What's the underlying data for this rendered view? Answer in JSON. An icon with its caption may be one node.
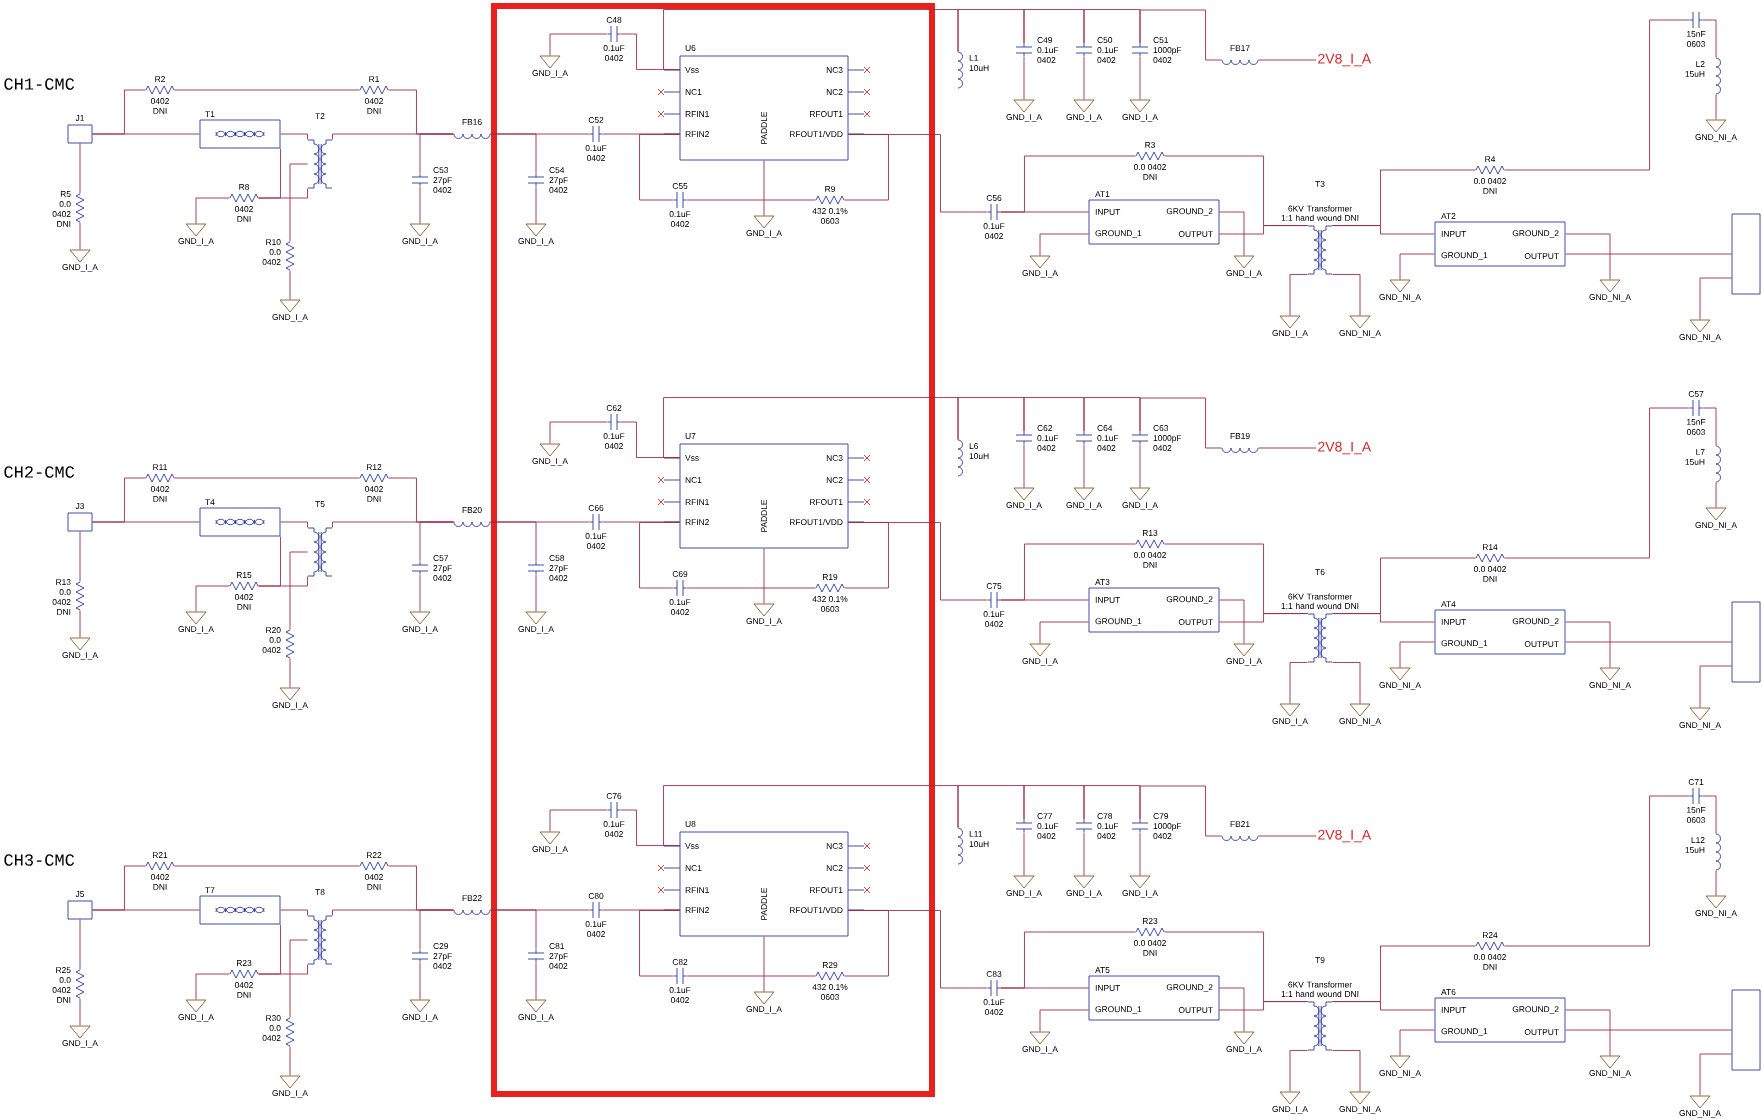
{
  "diagram": {
    "nodes": [
      {
        "text": [
          "J1"
        ]
      },
      {
        "text": [
          "R2",
          "0402",
          "DNI"
        ]
      },
      {
        "text": [
          "T1"
        ]
      },
      {
        "text": [
          "R1",
          "0402",
          "DNI"
        ]
      },
      {
        "text": [
          "T2"
        ]
      },
      {
        "text": [
          "R8",
          "0402",
          "DNI"
        ]
      },
      {
        "text": [
          "R10",
          "0.0",
          "0402"
        ]
      },
      {
        "text": [
          "R5",
          "0.0",
          "0402",
          "DNI"
        ]
      },
      {
        "text": [
          "C53",
          "27pF",
          "0402"
        ]
      },
      {
        "text": [
          "FB16"
        ]
      },
      {
        "text": [
          "C54",
          "27pF",
          "0402"
        ]
      },
      {
        "text": [
          "C52",
          "0.1uF",
          "0402"
        ]
      },
      {
        "text": [
          "C48",
          "0.1uF",
          "0402"
        ]
      },
      {
        "text": [
          "U6",
          "Vss",
          "NC1",
          "RFIN1",
          "RFIN2",
          "NC3",
          "NC2",
          "RFOUT1",
          "RFOUT1/VDD",
          "PADDLE"
        ]
      },
      {
        "text": [
          "C55",
          "0.1uF",
          "0402"
        ]
      },
      {
        "text": [
          "R9",
          "432 0.1%",
          "0603"
        ]
      },
      {
        "text": [
          "L1",
          "10uH"
        ]
      },
      {
        "text": [
          "C49",
          "0.1uF",
          "0402"
        ]
      },
      {
        "text": [
          "C50",
          "0.1uF",
          "0402"
        ]
      },
      {
        "text": [
          "C51",
          "1000pF",
          "0402"
        ]
      },
      {
        "text": [
          "FB17"
        ]
      },
      {
        "text": [
          "2V8_I_A"
        ]
      },
      {
        "text": [
          "C56",
          "0.1uF",
          "0402"
        ]
      },
      {
        "text": [
          "R3",
          "0.0 0402",
          "DNI"
        ]
      },
      {
        "text": [
          "AT1",
          "INPUT",
          "GROUND_1",
          "GROUND_2",
          "OUTPUT"
        ]
      },
      {
        "text": [
          "T3",
          "6KV Transformer 1:1 hand wound DNI"
        ]
      },
      {
        "text": [
          "R4",
          "0.0 0402",
          "DNI"
        ]
      },
      {
        "text": [
          "AT2",
          "INPUT",
          "GROUND_1",
          "GROUND_2",
          "OUTPUT"
        ]
      },
      {
        "text": [
          "15nF",
          "0603"
        ]
      },
      {
        "text": [
          "L2",
          "15uH"
        ]
      },
      {
        "text": [],
        "shape": "box"
      },
      {
        "text": [
          "J3"
        ]
      },
      {
        "text": [
          "R11",
          "0402",
          "DNI"
        ]
      },
      {
        "text": [
          "T4"
        ]
      },
      {
        "text": [
          "R12",
          "0402",
          "DNI"
        ]
      },
      {
        "text": [
          "T5"
        ]
      },
      {
        "text": [
          "R15",
          "0402",
          "DNI"
        ]
      },
      {
        "text": [
          "R20",
          "0.0",
          "0402"
        ]
      },
      {
        "text": [
          "R13",
          "0.0",
          "0402",
          "DNI"
        ]
      },
      {
        "text": [
          "C57",
          "27pF",
          "0402"
        ]
      },
      {
        "text": [
          "FB20"
        ]
      },
      {
        "text": [
          "C58",
          "27pF",
          "0402"
        ]
      },
      {
        "text": [
          "C66",
          "0.1uF",
          "0402"
        ]
      },
      {
        "text": [
          "C62",
          "0.1uF",
          "0402"
        ]
      },
      {
        "text": [
          "U7",
          "Vss",
          "NC1",
          "RFIN1",
          "RFIN2",
          "NC3",
          "NC2",
          "RFOUT1",
          "RFOUT1/VDD",
          "PADDLE"
        ]
      },
      {
        "text": [
          "C69",
          "0.1uF",
          "0402"
        ]
      },
      {
        "text": [
          "R19",
          "432 0.1%",
          "0603"
        ]
      },
      {
        "text": [
          "L6",
          "10uH"
        ]
      },
      {
        "text": [
          "C62",
          "0.1uF",
          "0402"
        ]
      },
      {
        "text": [
          "C64",
          "0.1uF",
          "0402"
        ]
      },
      {
        "text": [
          "C63",
          "1000pF",
          "0402"
        ]
      },
      {
        "text": [
          "FB19"
        ]
      },
      {
        "text": [
          "2V8_I_A"
        ]
      },
      {
        "text": [
          "C75",
          "0.1uF",
          "0402"
        ]
      },
      {
        "text": [
          "R13",
          "0.0 0402",
          "DNI"
        ]
      },
      {
        "text": [
          "AT3",
          "INPUT",
          "GROUND_1",
          "GROUND_2",
          "OUTPUT"
        ]
      },
      {
        "text": [
          "T6",
          "6KV Transformer 1:1 hand wound DNI"
        ]
      },
      {
        "text": [
          "R14",
          "0.0 0402",
          "DNI"
        ]
      },
      {
        "text": [
          "AT4",
          "INPUT",
          "GROUND_1",
          "GROUND_2",
          "OUTPUT"
        ]
      },
      {
        "text": [
          "C57",
          "15nF",
          "0603"
        ]
      },
      {
        "text": [
          "L7",
          "15uH"
        ]
      },
      {
        "text": [],
        "shape": "box"
      },
      {
        "text": [
          "J5"
        ]
      },
      {
        "text": [
          "R21",
          "0402",
          "DNI"
        ]
      },
      {
        "text": [
          "T7"
        ]
      },
      {
        "text": [
          "R22",
          "0402",
          "DNI"
        ]
      },
      {
        "text": [
          "T8"
        ]
      },
      {
        "text": [
          "R23",
          "0402",
          "DNI"
        ]
      },
      {
        "text": [
          "R30",
          "0.0",
          "0402"
        ]
      },
      {
        "text": [
          "R25",
          "0.0",
          "0402",
          "DNI"
        ]
      },
      {
        "text": [
          "C29",
          "27pF",
          "0402"
        ]
      },
      {
        "text": [
          "FB22"
        ]
      },
      {
        "text": [
          "C81",
          "27pF",
          "0402"
        ]
      },
      {
        "text": [
          "C80",
          "0.1uF",
          "0402"
        ]
      },
      {
        "text": [
          "C76",
          "0.1uF",
          "0402"
        ]
      },
      {
        "text": [
          "U8",
          "Vss",
          "NC1",
          "RFIN1",
          "RFIN2",
          "NC3",
          "NC2",
          "RFOUT1",
          "RFOUT1/VDD",
          "PADDLE"
        ]
      },
      {
        "text": [
          "C82",
          "0.1uF",
          "0402"
        ]
      },
      {
        "text": [
          "R29",
          "432 0.1%",
          "0603"
        ]
      },
      {
        "text": [
          "L11",
          "10uH"
        ]
      },
      {
        "text": [
          "C77",
          "0.1uF",
          "0402"
        ]
      },
      {
        "text": [
          "C78",
          "0.1uF",
          "0402"
        ]
      },
      {
        "text": [
          "C79",
          "1000pF",
          "0402"
        ]
      },
      {
        "text": [
          "FB21"
        ]
      },
      {
        "text": [
          "2V8_I_A"
        ]
      },
      {
        "text": [
          "C83",
          "0.1uF",
          "0402"
        ]
      },
      {
        "text": [
          "R23",
          "0.0 0402",
          "DNI"
        ]
      },
      {
        "text": [
          "AT5",
          "INPUT",
          "GROUND_1",
          "GROUND_2",
          "OUTPUT"
        ]
      },
      {
        "text": [
          "T9",
          "6KV Transformer 1:1 hand wound DNI"
        ]
      },
      {
        "text": [
          "R24",
          "0.0 0402",
          "DNI"
        ]
      },
      {
        "text": [
          "AT6",
          "INPUT",
          "GROUND_1",
          "GROUND_2",
          "OUTPUT"
        ]
      },
      {
        "text": [
          "C71",
          "15nF",
          "0603"
        ]
      },
      {
        "text": [
          "L12",
          "15uH"
        ]
      },
      {
        "text": [],
        "shape": "box"
      },
      {
        "text": [
          "GND_I_A"
        ]
      },
      {
        "text": [
          "GND_I_A"
        ]
      },
      {
        "text": [
          "GND_I_A"
        ]
      },
      {
        "text": [
          "GND_I_A"
        ]
      },
      {
        "text": [
          "GND_I_A"
        ]
      },
      {
        "text": [
          "GND_I_A"
        ]
      },
      {
        "text": [
          "GND_I_A"
        ]
      },
      {
        "text": [
          "GND_I_A"
        ]
      },
      {
        "text": [
          "GND_I_A"
        ]
      },
      {
        "text": [
          "GND_I_A"
        ]
      },
      {
        "text": [
          "GND_I_A"
        ]
      },
      {
        "text": [
          "GND_I_A"
        ]
      },
      {
        "text": [
          "GND_I_A"
        ]
      },
      {
        "text": [
          "GND_NI_A"
        ]
      },
      {
        "text": [
          "GND_NI_A"
        ]
      },
      {
        "text": [
          "GND_NI_A"
        ]
      },
      {
        "text": [
          "GND_NI_A"
        ]
      },
      {
        "text": [
          "GND_NI_A"
        ]
      },
      {
        "text": [
          "GND_I_A"
        ]
      },
      {
        "text": [
          "GND_I_A"
        ]
      },
      {
        "text": [
          "GND_I_A"
        ]
      },
      {
        "text": [
          "GND_I_A"
        ]
      },
      {
        "text": [
          "GND_I_A"
        ]
      },
      {
        "text": [
          "GND_I_A"
        ]
      },
      {
        "text": [
          "GND_I_A"
        ]
      },
      {
        "text": [
          "GND_I_A"
        ]
      },
      {
        "text": [
          "GND_I_A"
        ]
      },
      {
        "text": [
          "GND_I_A"
        ]
      },
      {
        "text": [
          "GND_I_A"
        ]
      },
      {
        "text": [
          "GND_I_A"
        ]
      },
      {
        "text": [
          "GND_I_A"
        ]
      },
      {
        "text": [
          "GND_NI_A"
        ]
      },
      {
        "text": [
          "GND_NI_A"
        ]
      },
      {
        "text": [
          "GND_NI_A"
        ]
      },
      {
        "text": [
          "GND_NI_A"
        ]
      },
      {
        "text": [
          "GND_NI_A"
        ]
      },
      {
        "text": [
          "GND_I_A"
        ]
      },
      {
        "text": [
          "GND_I_A"
        ]
      },
      {
        "text": [
          "GND_I_A"
        ]
      },
      {
        "text": [
          "GND_I_A"
        ]
      },
      {
        "text": [
          "GND_I_A"
        ]
      },
      {
        "text": [
          "GND_I_A"
        ]
      },
      {
        "text": [
          "GND_I_A"
        ]
      },
      {
        "text": [
          "GND_I_A"
        ]
      },
      {
        "text": [
          "GND_I_A"
        ]
      },
      {
        "text": [
          "GND_I_A"
        ]
      },
      {
        "text": [
          "GND_I_A"
        ]
      },
      {
        "text": [
          "GND_I_A"
        ]
      },
      {
        "text": [
          "GND_I_A"
        ]
      },
      {
        "text": [
          "GND_NI_A"
        ]
      },
      {
        "text": [
          "GND_NI_A"
        ]
      },
      {
        "text": [
          "GND_NI_A"
        ]
      },
      {
        "text": [
          "GND_NI_A"
        ]
      },
      {
        "text": [
          "GND_NI_A"
        ]
      }
    ],
    "edges": [
      {
        "from": 0,
        "to": 2,
        "arrow": "none"
      },
      {
        "from": 0,
        "to": 1,
        "arrow": "none"
      },
      {
        "from": 0,
        "to": 7,
        "arrow": "none"
      },
      {
        "from": 1,
        "to": 3,
        "arrow": "none"
      },
      {
        "from": 2,
        "to": 4,
        "arrow": "none"
      },
      {
        "from": 3,
        "to": 9,
        "arrow": "none"
      },
      {
        "from": 4,
        "to": 9,
        "arrow": "none"
      },
      {
        "from": 2,
        "to": 5,
        "arrow": "none"
      },
      {
        "from": 5,
        "to": 4,
        "arrow": "none"
      },
      {
        "from": 4,
        "to": 6,
        "arrow": "none"
      },
      {
        "from": 8,
        "to": 9,
        "arrow": "none"
      },
      {
        "from": 9,
        "to": 10,
        "arrow": "none"
      },
      {
        "from": 9,
        "to": 11,
        "arrow": "none"
      },
      {
        "from": 11,
        "to": 13,
        "arrow": "none"
      },
      {
        "from": 12,
        "to": 13,
        "arrow": "none"
      },
      {
        "from": 13,
        "to": 14,
        "arrow": "none"
      },
      {
        "from": 14,
        "to": 15,
        "arrow": "none"
      },
      {
        "from": 15,
        "to": 13,
        "arrow": "none"
      },
      {
        "from": 13,
        "to": 16,
        "arrow": "none"
      },
      {
        "from": 16,
        "to": 17,
        "arrow": "none"
      },
      {
        "from": 17,
        "to": 18,
        "arrow": "none"
      },
      {
        "from": 18,
        "to": 19,
        "arrow": "none"
      },
      {
        "from": 19,
        "to": 20,
        "arrow": "none"
      },
      {
        "from": 20,
        "to": 21,
        "arrow": "none"
      },
      {
        "from": 13,
        "to": 22,
        "arrow": "none"
      },
      {
        "from": 22,
        "to": 24,
        "arrow": "none"
      },
      {
        "from": 22,
        "to": 23,
        "arrow": "none"
      },
      {
        "from": 23,
        "to": 25,
        "arrow": "none"
      },
      {
        "from": 24,
        "to": 25,
        "arrow": "none"
      },
      {
        "from": 25,
        "to": 27,
        "arrow": "none"
      },
      {
        "from": 25,
        "to": 26,
        "arrow": "none"
      },
      {
        "from": 26,
        "to": 28,
        "arrow": "none"
      },
      {
        "from": 27,
        "to": 30,
        "arrow": "none"
      },
      {
        "from": 28,
        "to": 29,
        "arrow": "none"
      },
      {
        "from": 31,
        "to": 33,
        "arrow": "none"
      },
      {
        "from": 31,
        "to": 32,
        "arrow": "none"
      },
      {
        "from": 31,
        "to": 38,
        "arrow": "none"
      },
      {
        "from": 32,
        "to": 34,
        "arrow": "none"
      },
      {
        "from": 33,
        "to": 35,
        "arrow": "none"
      },
      {
        "from": 34,
        "to": 40,
        "arrow": "none"
      },
      {
        "from": 35,
        "to": 40,
        "arrow": "none"
      },
      {
        "from": 33,
        "to": 36,
        "arrow": "none"
      },
      {
        "from": 36,
        "to": 35,
        "arrow": "none"
      },
      {
        "from": 35,
        "to": 37,
        "arrow": "none"
      },
      {
        "from": 39,
        "to": 40,
        "arrow": "none"
      },
      {
        "from": 40,
        "to": 41,
        "arrow": "none"
      },
      {
        "from": 40,
        "to": 42,
        "arrow": "none"
      },
      {
        "from": 42,
        "to": 44,
        "arrow": "none"
      },
      {
        "from": 43,
        "to": 44,
        "arrow": "none"
      },
      {
        "from": 44,
        "to": 45,
        "arrow": "none"
      },
      {
        "from": 45,
        "to": 46,
        "arrow": "none"
      },
      {
        "from": 46,
        "to": 44,
        "arrow": "none"
      },
      {
        "from": 44,
        "to": 47,
        "arrow": "none"
      },
      {
        "from": 47,
        "to": 48,
        "arrow": "none"
      },
      {
        "from": 48,
        "to": 49,
        "arrow": "none"
      },
      {
        "from": 49,
        "to": 50,
        "arrow": "none"
      },
      {
        "from": 50,
        "to": 51,
        "arrow": "none"
      },
      {
        "from": 51,
        "to": 52,
        "arrow": "none"
      },
      {
        "from": 44,
        "to": 53,
        "arrow": "none"
      },
      {
        "from": 53,
        "to": 55,
        "arrow": "none"
      },
      {
        "from": 53,
        "to": 54,
        "arrow": "none"
      },
      {
        "from": 54,
        "to": 56,
        "arrow": "none"
      },
      {
        "from": 55,
        "to": 56,
        "arrow": "none"
      },
      {
        "from": 56,
        "to": 58,
        "arrow": "none"
      },
      {
        "from": 56,
        "to": 57,
        "arrow": "none"
      },
      {
        "from": 57,
        "to": 59,
        "arrow": "none"
      },
      {
        "from": 58,
        "to": 61,
        "arrow": "none"
      },
      {
        "from": 59,
        "to": 60,
        "arrow": "none"
      },
      {
        "from": 62,
        "to": 64,
        "arrow": "none"
      },
      {
        "from": 62,
        "to": 63,
        "arrow": "none"
      },
      {
        "from": 62,
        "to": 69,
        "arrow": "none"
      },
      {
        "from": 63,
        "to": 65,
        "arrow": "none"
      },
      {
        "from": 64,
        "to": 66,
        "arrow": "none"
      },
      {
        "from": 65,
        "to": 71,
        "arrow": "none"
      },
      {
        "from": 66,
        "to": 71,
        "arrow": "none"
      },
      {
        "from": 64,
        "to": 67,
        "arrow": "none"
      },
      {
        "from": 67,
        "to": 66,
        "arrow": "none"
      },
      {
        "from": 66,
        "to": 68,
        "arrow": "none"
      },
      {
        "from": 70,
        "to": 71,
        "arrow": "none"
      },
      {
        "from": 71,
        "to": 72,
        "arrow": "none"
      },
      {
        "from": 71,
        "to": 73,
        "arrow": "none"
      },
      {
        "from": 73,
        "to": 75,
        "arrow": "none"
      },
      {
        "from": 74,
        "to": 75,
        "arrow": "none"
      },
      {
        "from": 75,
        "to": 76,
        "arrow": "none"
      },
      {
        "from": 76,
        "to": 77,
        "arrow": "none"
      },
      {
        "from": 77,
        "to": 75,
        "arrow": "none"
      },
      {
        "from": 75,
        "to": 78,
        "arrow": "none"
      },
      {
        "from": 78,
        "to": 79,
        "arrow": "none"
      },
      {
        "from": 79,
        "to": 80,
        "arrow": "none"
      },
      {
        "from": 80,
        "to": 81,
        "arrow": "none"
      },
      {
        "from": 81,
        "to": 82,
        "arrow": "none"
      },
      {
        "from": 82,
        "to": 83,
        "arrow": "none"
      },
      {
        "from": 75,
        "to": 84,
        "arrow": "none"
      },
      {
        "from": 84,
        "to": 86,
        "arrow": "none"
      },
      {
        "from": 84,
        "to": 85,
        "arrow": "none"
      },
      {
        "from": 85,
        "to": 87,
        "arrow": "none"
      },
      {
        "from": 86,
        "to": 87,
        "arrow": "none"
      },
      {
        "from": 87,
        "to": 89,
        "arrow": "none"
      },
      {
        "from": 87,
        "to": 88,
        "arrow": "none"
      },
      {
        "from": 88,
        "to": 90,
        "arrow": "none"
      },
      {
        "from": 89,
        "to": 92,
        "arrow": "none"
      },
      {
        "from": 90,
        "to": 91,
        "arrow": "none"
      },
      {
        "from": 5,
        "to": 93,
        "arrow": "none"
      },
      {
        "from": 6,
        "to": 94,
        "arrow": "none"
      },
      {
        "from": 7,
        "to": 95,
        "arrow": "none"
      },
      {
        "from": 8,
        "to": 96,
        "arrow": "none"
      },
      {
        "from": 10,
        "to": 97,
        "arrow": "none"
      },
      {
        "from": 12,
        "to": 98,
        "arrow": "none"
      },
      {
        "from": 13,
        "to": 99,
        "arrow": "none"
      },
      {
        "from": 17,
        "to": 100,
        "arrow": "none"
      },
      {
        "from": 18,
        "to": 101,
        "arrow": "none"
      },
      {
        "from": 19,
        "to": 102,
        "arrow": "none"
      },
      {
        "from": 24,
        "to": 103,
        "arrow": "none"
      },
      {
        "from": 24,
        "to": 104,
        "arrow": "none"
      },
      {
        "from": 25,
        "to": 105,
        "arrow": "none"
      },
      {
        "from": 25,
        "to": 106,
        "arrow": "none"
      },
      {
        "from": 27,
        "to": 107,
        "arrow": "none"
      },
      {
        "from": 27,
        "to": 108,
        "arrow": "none"
      },
      {
        "from": 29,
        "to": 109,
        "arrow": "none"
      },
      {
        "from": 30,
        "to": 110,
        "arrow": "none"
      },
      {
        "from": 36,
        "to": 111,
        "arrow": "none"
      },
      {
        "from": 37,
        "to": 112,
        "arrow": "none"
      },
      {
        "from": 38,
        "to": 113,
        "arrow": "none"
      },
      {
        "from": 39,
        "to": 114,
        "arrow": "none"
      },
      {
        "from": 41,
        "to": 115,
        "arrow": "none"
      },
      {
        "from": 43,
        "to": 116,
        "arrow": "none"
      },
      {
        "from": 44,
        "to": 117,
        "arrow": "none"
      },
      {
        "from": 48,
        "to": 118,
        "arrow": "none"
      },
      {
        "from": 49,
        "to": 119,
        "arrow": "none"
      },
      {
        "from": 50,
        "to": 120,
        "arrow": "none"
      },
      {
        "from": 55,
        "to": 121,
        "arrow": "none"
      },
      {
        "from": 55,
        "to": 122,
        "arrow": "none"
      },
      {
        "from": 56,
        "to": 123,
        "arrow": "none"
      },
      {
        "from": 56,
        "to": 124,
        "arrow": "none"
      },
      {
        "from": 58,
        "to": 125,
        "arrow": "none"
      },
      {
        "from": 58,
        "to": 126,
        "arrow": "none"
      },
      {
        "from": 60,
        "to": 127,
        "arrow": "none"
      },
      {
        "from": 61,
        "to": 128,
        "arrow": "none"
      },
      {
        "from": 67,
        "to": 129,
        "arrow": "none"
      },
      {
        "from": 68,
        "to": 130,
        "arrow": "none"
      },
      {
        "from": 69,
        "to": 131,
        "arrow": "none"
      },
      {
        "from": 70,
        "to": 132,
        "arrow": "none"
      },
      {
        "from": 72,
        "to": 133,
        "arrow": "none"
      },
      {
        "from": 74,
        "to": 134,
        "arrow": "none"
      },
      {
        "from": 75,
        "to": 135,
        "arrow": "none"
      },
      {
        "from": 79,
        "to": 136,
        "arrow": "none"
      },
      {
        "from": 80,
        "to": 137,
        "arrow": "none"
      },
      {
        "from": 81,
        "to": 138,
        "arrow": "none"
      },
      {
        "from": 86,
        "to": 139,
        "arrow": "none"
      },
      {
        "from": 86,
        "to": 140,
        "arrow": "none"
      },
      {
        "from": 87,
        "to": 141,
        "arrow": "none"
      },
      {
        "from": 87,
        "to": 142,
        "arrow": "none"
      },
      {
        "from": 89,
        "to": 143,
        "arrow": "none"
      },
      {
        "from": 89,
        "to": 144,
        "arrow": "none"
      },
      {
        "from": 91,
        "to": 145,
        "arrow": "none"
      },
      {
        "from": 92,
        "to": 146,
        "arrow": "none"
      }
    ],
    "labels": [
      "CH1-CMC",
      "CH2-CMC",
      "CH3-CMC"
    ]
  }
}
